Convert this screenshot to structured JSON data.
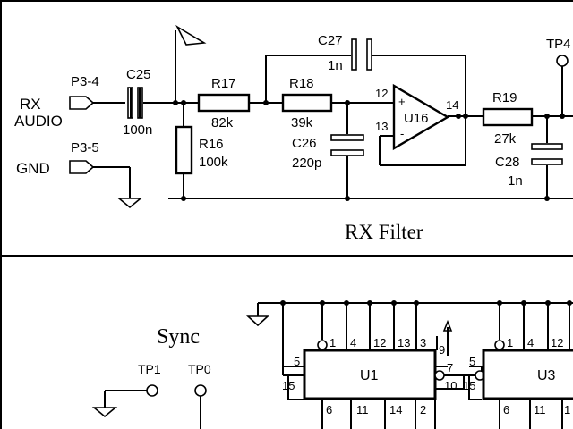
{
  "rx_filter": {
    "title": "RX Filter",
    "connectors": {
      "p3_4": "P3-4",
      "p3_5": "P3-5",
      "rx_audio_line1": "RX",
      "rx_audio_line2": "AUDIO",
      "gnd": "GND",
      "tp4": "TP4"
    },
    "components": {
      "c25": {
        "ref": "C25",
        "value": "100n"
      },
      "r17": {
        "ref": "R17",
        "value": "82k"
      },
      "r16": {
        "ref": "R16",
        "value": "100k"
      },
      "c27": {
        "ref": "C27",
        "value": "1n"
      },
      "r18": {
        "ref": "R18",
        "value": "39k"
      },
      "c26": {
        "ref": "C26",
        "value": "220p"
      },
      "u16": {
        "ref": "U16",
        "pin_plus": "12",
        "pin_minus": "13",
        "pin_out": "14",
        "plus_sign": "+",
        "minus_sign": "-"
      },
      "r19": {
        "ref": "R19",
        "value": "27k"
      },
      "c28": {
        "ref": "C28",
        "value": "1n"
      }
    }
  },
  "sync": {
    "title": "Sync",
    "tp1": "TP1",
    "tp0": "TP0",
    "u1": {
      "ref": "U1",
      "top_pins": [
        "1",
        "4",
        "12",
        "13",
        "3"
      ],
      "bottom_pins": [
        "6",
        "11",
        "14",
        "2"
      ],
      "left_pins": [
        "5",
        "15"
      ],
      "right_pins": [
        "9",
        "7",
        "10"
      ]
    },
    "u3": {
      "ref": "U3",
      "top_pins": [
        "1",
        "4",
        "12"
      ],
      "bottom_pins": [
        "6",
        "11",
        "1"
      ],
      "left_pins": [
        "5",
        "15"
      ]
    }
  }
}
